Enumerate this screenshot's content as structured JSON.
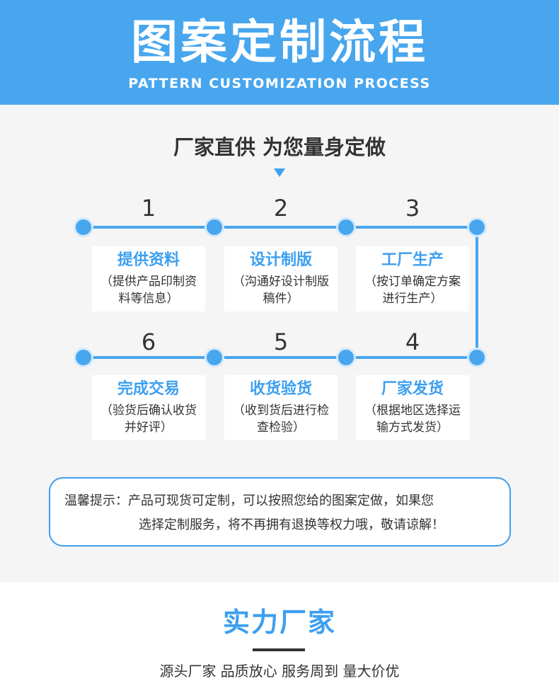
{
  "header": {
    "title": "图案定制流程",
    "subtitle": "PATTERN CUSTOMIZATION PROCESS"
  },
  "process": {
    "slogan": "厂家直供 为您量身定做",
    "steps": [
      {
        "number": "1",
        "title": "提供资料",
        "desc": "（提供产品印制资料等信息）"
      },
      {
        "number": "2",
        "title": "设计制版",
        "desc": "（沟通好设计制版稿件）"
      },
      {
        "number": "3",
        "title": "工厂生产",
        "desc": "（按订单确定方案进行生产）"
      },
      {
        "number": "4",
        "title": "厂家发货",
        "desc": "（根据地区选择运输方式发货）"
      },
      {
        "number": "5",
        "title": "收货验货",
        "desc": "（收到货后进行检查检验）"
      },
      {
        "number": "6",
        "title": "完成交易",
        "desc": "（验货后确认收货并好评）"
      }
    ]
  },
  "notice": {
    "line1": "温馨提示：产品可现货可定制，可以按照您给的图案定做，如果您",
    "line2": "选择定制服务，将不再拥有退换等权力哦，敬请谅解！"
  },
  "strength": {
    "title": "实力厂家",
    "subtitle": "源头厂家 品质放心 服务周到 量大价优"
  },
  "colors": {
    "brand_blue": "#48a6ee",
    "accent_blue": "#3d9ff0",
    "text_dark": "#333333",
    "panel_bg": "#f5f5f5"
  }
}
